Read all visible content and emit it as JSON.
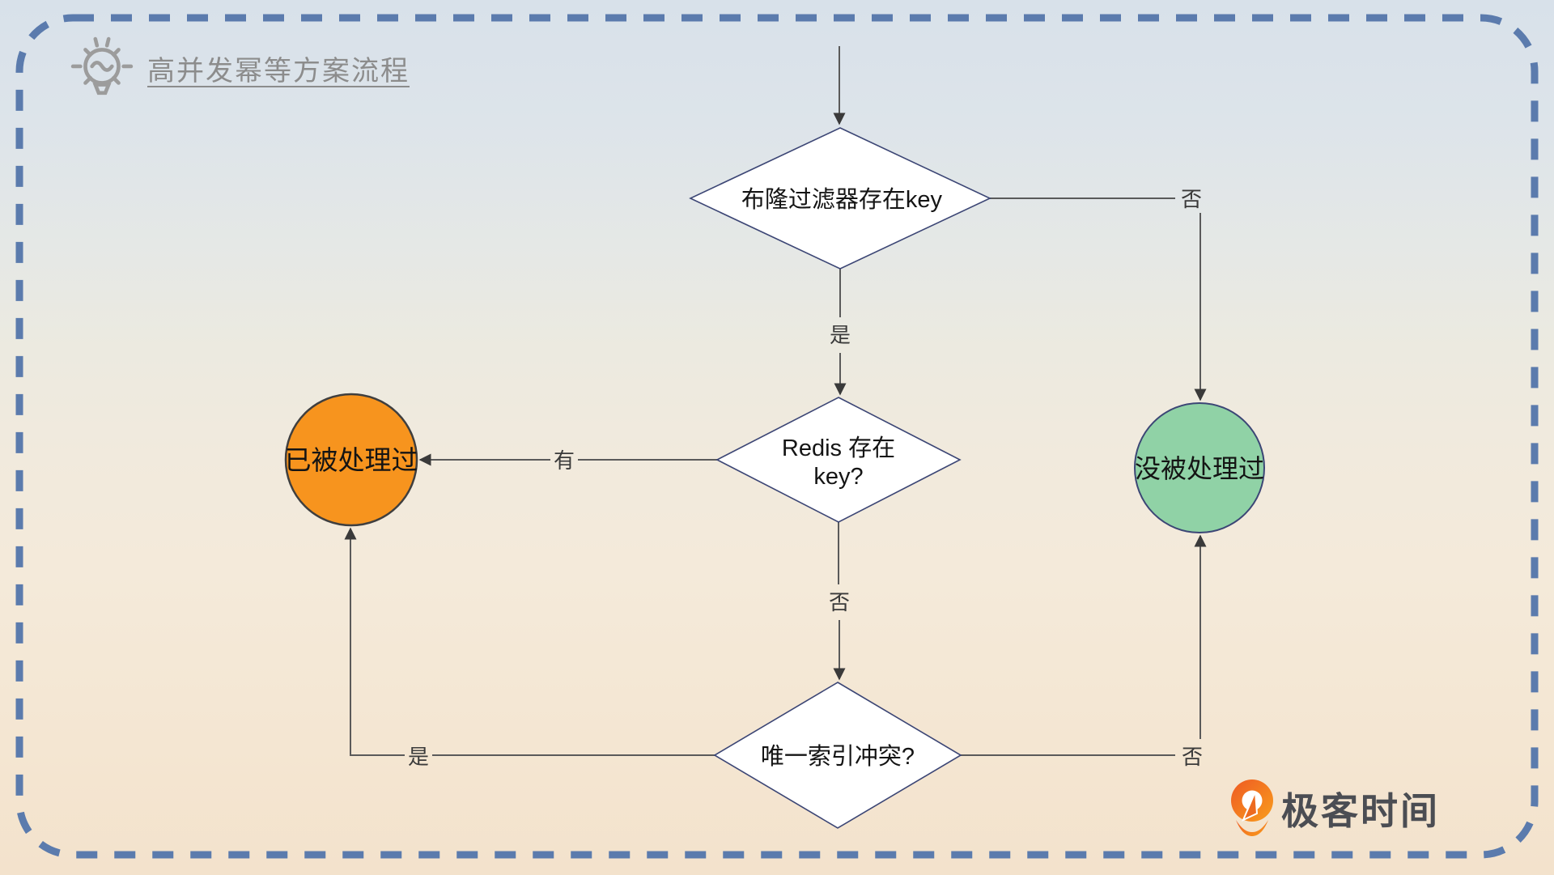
{
  "header": {
    "title": "高并发幂等方案流程"
  },
  "flowchart": {
    "decisions": {
      "bloom": {
        "label": "布隆过滤器存在key"
      },
      "redis": {
        "line1": "Redis 存在",
        "line2": "key?"
      },
      "unique_index": {
        "label": "唯一索引冲突?"
      }
    },
    "terminals": {
      "processed": {
        "label": "已被处理过",
        "color": "#F7941E"
      },
      "not_processed": {
        "label": "没被处理过",
        "color": "#90D2A6"
      }
    },
    "edge_labels": {
      "bloom_no": "否",
      "bloom_yes": "是",
      "redis_has": "有",
      "redis_no": "否",
      "unique_yes": "是",
      "unique_no": "否"
    }
  },
  "branding": {
    "logo_text": "极客时间"
  },
  "colors": {
    "dashed_border": "#5B7BAD",
    "connector": "#5A5A5A",
    "decision_border": "#3C4675",
    "bg_top": "#D8E1EA",
    "bg_bottom": "#F3E2CC"
  }
}
